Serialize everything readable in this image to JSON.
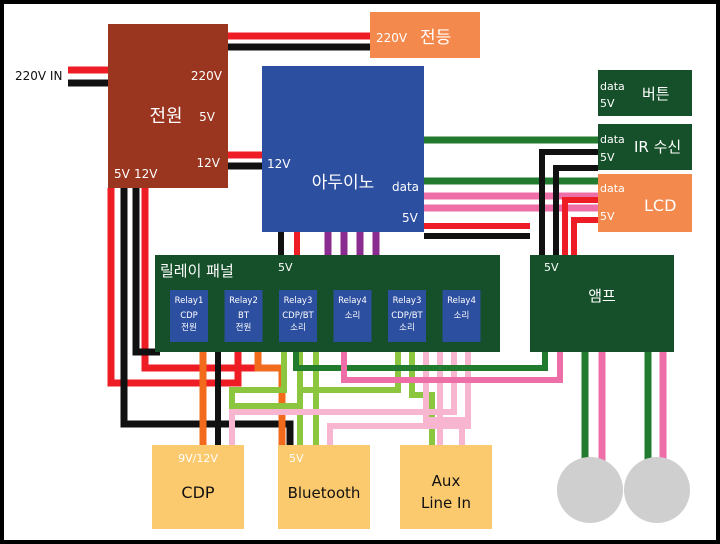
{
  "mains_input": "220V IN",
  "power": {
    "title": "전원",
    "out_220v": "220V",
    "out_5v": "5V",
    "out_12v": "12V",
    "bottom_5v": "5V",
    "bottom_12v": "12V"
  },
  "light": {
    "voltage": "220V",
    "title": "전등"
  },
  "arduino": {
    "title": "아두이노",
    "in_12v": "12V",
    "data": "data",
    "out_5v": "5V"
  },
  "button": {
    "data": "data",
    "v5": "5V",
    "title": "버튼"
  },
  "ir": {
    "data": "data",
    "v5": "5V",
    "title": "IR 수신"
  },
  "lcd": {
    "data": "data",
    "v5": "5V",
    "title": "LCD"
  },
  "relay_panel": {
    "title": "릴레이 패널",
    "v5": "5V",
    "relays": [
      {
        "name": "Relay1",
        "desc1": "CDP",
        "desc2": "전원"
      },
      {
        "name": "Relay2",
        "desc1": "BT",
        "desc2": "전원"
      },
      {
        "name": "Relay3",
        "desc1": "CDP/BT",
        "desc2": "소리"
      },
      {
        "name": "Relay4",
        "desc1": "소리",
        "desc2": ""
      },
      {
        "name": "Relay3",
        "desc1": "CDP/BT",
        "desc2": "소리"
      },
      {
        "name": "Relay4",
        "desc1": "소리",
        "desc2": ""
      }
    ]
  },
  "amp": {
    "v5": "5V",
    "title": "앰프"
  },
  "cdp": {
    "voltage": "9V/12V",
    "title": "CDP"
  },
  "bluetooth": {
    "voltage": "5V",
    "title": "Bluetooth"
  },
  "aux": {
    "title_line1": "Aux",
    "title_line2": "Line In"
  },
  "colors": {
    "red": "#ee1c25",
    "black": "#111111",
    "green": "#217a2e",
    "pink": "#ee6fa8",
    "orange": "#f26b1d",
    "lime": "#8cc63f",
    "lightpink": "#f8b5cf",
    "purple": "#8a2c8f",
    "power_box": "#9a3520",
    "arduino_box": "#2d4fa0",
    "module_box": "#15502a",
    "accent_orange": "#f3894d",
    "light_orange": "#fbc96e",
    "relay_box": "#2d4fa0",
    "speaker": "#cfcfcf"
  }
}
